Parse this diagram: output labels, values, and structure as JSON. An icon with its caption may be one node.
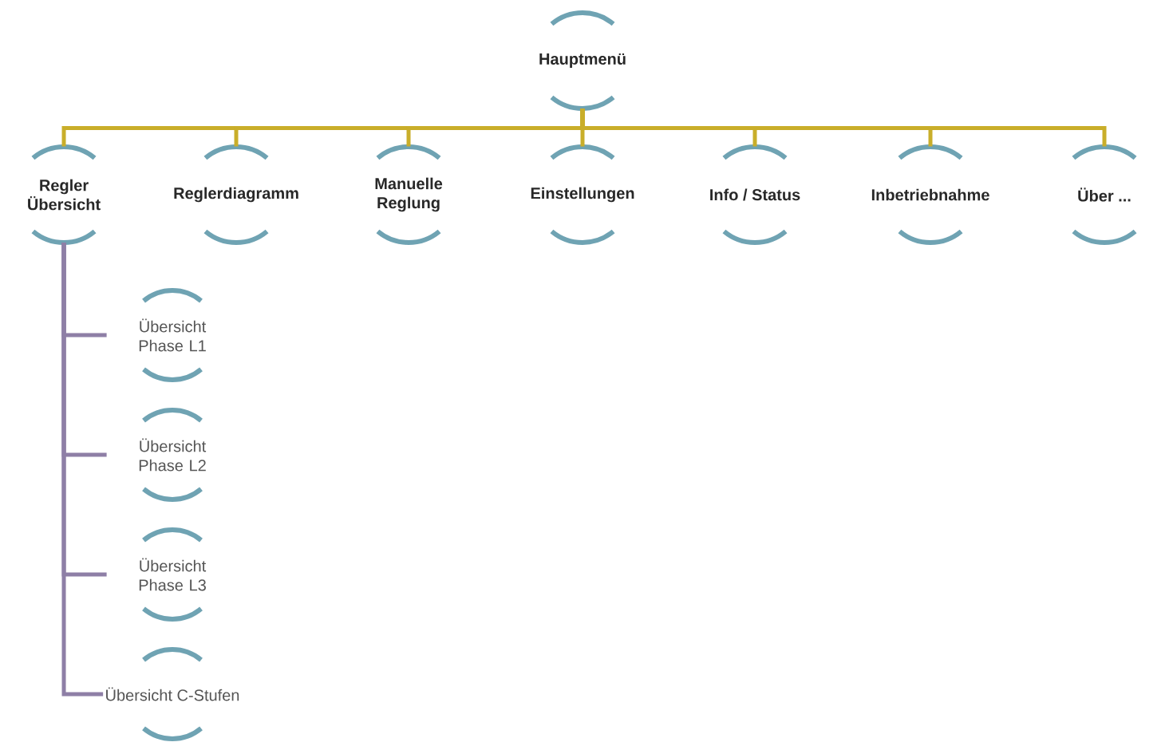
{
  "diagram": {
    "nodes": [
      {
        "text": [
          "Hauptmenü"
        ]
      },
      {
        "text": [
          "Regler Übersicht"
        ]
      },
      {
        "text": [
          "Reglerdiagramm"
        ]
      },
      {
        "text": [
          "Manuelle Reglung"
        ]
      },
      {
        "text": [
          "Einstellungen"
        ]
      },
      {
        "text": [
          "Info / Status"
        ]
      },
      {
        "text": [
          "Inbetriebnahme"
        ]
      },
      {
        "text": [
          "Über ..."
        ]
      },
      {
        "text": [
          "Übersicht Phase L1"
        ]
      },
      {
        "text": [
          "Übersicht Phase L2"
        ]
      },
      {
        "text": [
          "Übersicht Phase L3"
        ]
      },
      {
        "text": [
          "Übersicht C-Stufen"
        ]
      }
    ],
    "edges": [
      {
        "from": 0,
        "to": 1,
        "arrow": "none"
      },
      {
        "from": 0,
        "to": 2,
        "arrow": "none"
      },
      {
        "from": 0,
        "to": 3,
        "arrow": "none"
      },
      {
        "from": 0,
        "to": 4,
        "arrow": "none"
      },
      {
        "from": 0,
        "to": 5,
        "arrow": "none"
      },
      {
        "from": 0,
        "to": 6,
        "arrow": "none"
      },
      {
        "from": 0,
        "to": 7,
        "arrow": "none"
      },
      {
        "from": 1,
        "to": 8,
        "arrow": "none",
        "color": "#8e7fa6"
      },
      {
        "from": 1,
        "to": 9,
        "arrow": "none",
        "color": "#8e7fa6"
      },
      {
        "from": 1,
        "to": 10,
        "arrow": "none",
        "color": "#8e7fa6"
      },
      {
        "from": 1,
        "to": 11,
        "arrow": "none",
        "color": "#8e7fa6"
      }
    ]
  }
}
